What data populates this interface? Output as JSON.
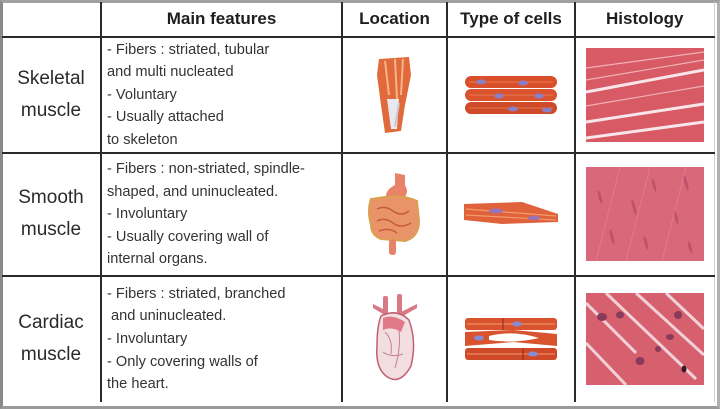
{
  "table": {
    "headers": [
      "",
      "Main features",
      "Location",
      "Type of cells",
      "Histology"
    ],
    "rows": [
      {
        "name_line1": "Skeletal",
        "name_line2": "muscle",
        "features": [
          "- Fibers : striated, tubular",
          "and multi nucleated",
          "- Voluntary",
          "- Usually attached",
          "to skeleton"
        ],
        "location_icon": "limb-muscle-icon",
        "cell_icon": "skeletal-muscle-cell-icon",
        "histology_icon": "skeletal-histology-icon"
      },
      {
        "name_line1": "Smooth",
        "name_line2": "muscle",
        "features": [
          "- Fibers : non-striated, spindle-",
          "shaped, and uninucleated.",
          "- Involuntary",
          "- Usually covering wall of",
          "internal organs."
        ],
        "location_icon": "digestive-organs-icon",
        "cell_icon": "smooth-muscle-cell-icon",
        "histology_icon": "smooth-histology-icon"
      },
      {
        "name_line1": "Cardiac",
        "name_line2": "muscle",
        "features": [
          "- Fibers : striated, branched",
          " and uninucleated.",
          "- Involuntary",
          "- Only covering walls of",
          "the heart."
        ],
        "location_icon": "heart-icon",
        "cell_icon": "cardiac-muscle-cell-icon",
        "histology_icon": "cardiac-histology-icon"
      }
    ]
  },
  "colors": {
    "muscle_red": "#d9532f",
    "muscle_orange": "#e8794a",
    "histology_pink": "#d9586a",
    "nucleus_purple": "#8a6fb0",
    "border": "#2a2a2a"
  }
}
